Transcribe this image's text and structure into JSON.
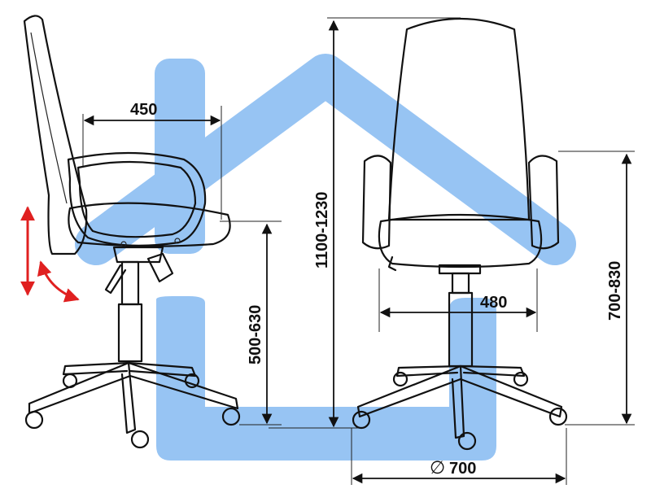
{
  "colors": {
    "logo": "#7ab4f0",
    "adjust_arrows": "#e02020",
    "outline": "#111111"
  },
  "logo": {
    "description_icon": "house-logo-icon"
  },
  "dimensions": {
    "armrest_depth": "450",
    "total_height": "1100-1230",
    "seat_height": "500-630",
    "seat_width": "480",
    "armrest_height": "700-830",
    "base_diameter": "700",
    "diameter_symbol": "∅"
  }
}
